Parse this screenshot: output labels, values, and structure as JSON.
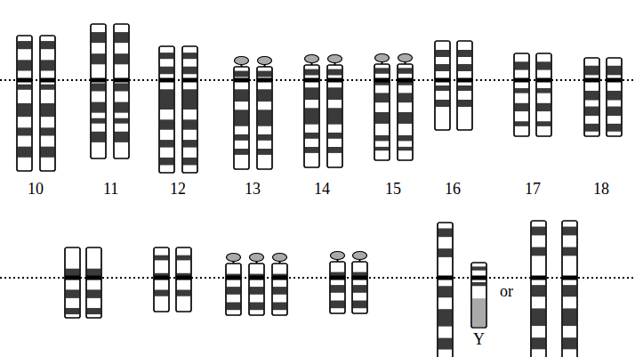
{
  "diagram": {
    "labels": [
      "10",
      "11",
      "12",
      "13",
      "14",
      "15",
      "16",
      "17",
      "18",
      "Y",
      "or"
    ]
  }
}
